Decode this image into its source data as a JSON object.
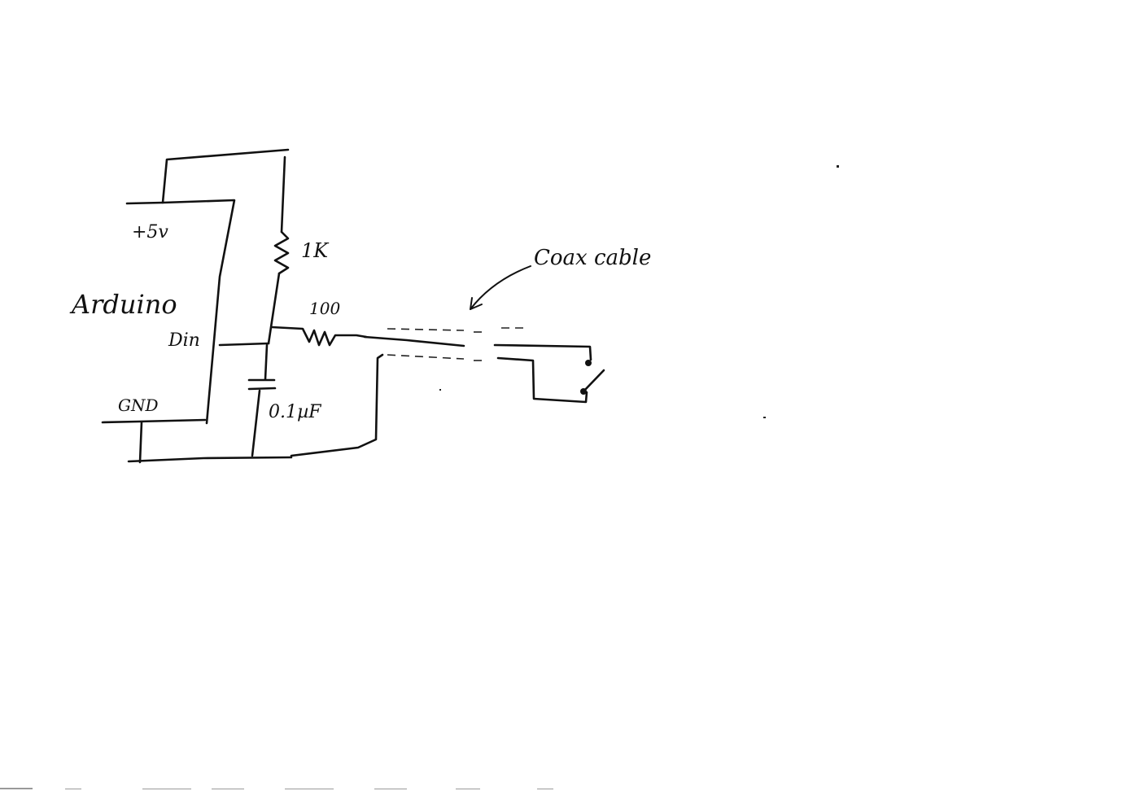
{
  "diagram": {
    "type": "hand-drawn circuit schematic",
    "labels": {
      "arduino": "Arduino",
      "plus5v": "+5v",
      "din": "Din",
      "gnd": "GND",
      "r1": "1K",
      "r2": "100",
      "cap": "0.1µF",
      "coax": "Coax cable"
    },
    "components": [
      {
        "id": "arduino",
        "kind": "microcontroller-board",
        "pins": [
          "+5v",
          "Din",
          "GND"
        ]
      },
      {
        "id": "r1",
        "kind": "resistor",
        "value": "1K",
        "role": "pull-up from +5v to Din node"
      },
      {
        "id": "r2",
        "kind": "resistor",
        "value": "100",
        "role": "series resistor to coax center conductor"
      },
      {
        "id": "c1",
        "kind": "capacitor",
        "value": "0.1µF",
        "role": "Din node to GND"
      },
      {
        "id": "coax",
        "kind": "coax-cable",
        "value": "Coax cable"
      },
      {
        "id": "sw1",
        "kind": "switch",
        "role": "closes center conductor to shield at far end"
      }
    ],
    "connections": [
      [
        "arduino.+5v",
        "r1.top"
      ],
      [
        "r1.bottom",
        "arduino.Din"
      ],
      [
        "r1.bottom",
        "r2.left"
      ],
      [
        "r1.bottom",
        "c1.top"
      ],
      [
        "c1.bottom",
        "arduino.GND"
      ],
      [
        "r2.right",
        "coax.center"
      ],
      [
        "coax.shield",
        "arduino.GND"
      ],
      [
        "coax.center",
        "sw1.a"
      ],
      [
        "coax.shield",
        "sw1.b"
      ]
    ]
  }
}
